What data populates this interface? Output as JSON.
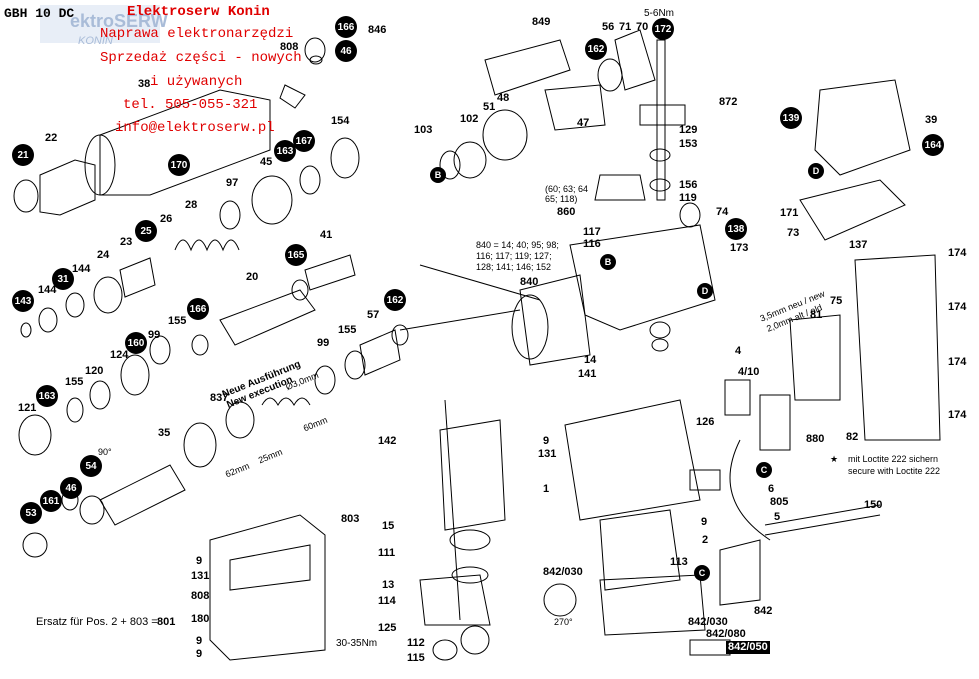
{
  "header": {
    "title": "GBH 10 DC"
  },
  "shop": {
    "name": "Elektroserw Konin",
    "line1": "Naprawa elektronarzędzi",
    "line2": "Sprzedaż części - nowych",
    "line3": "i używanych",
    "phone": "tel. 505-055-321",
    "email": "info@elektroserw.pl"
  },
  "watermark": {
    "text1": "ektroSERW",
    "text2": "KONIN"
  },
  "notes": {
    "torque_top": "5-6Nm",
    "torque_bottom": "30-35Nm",
    "new_exec_de": "Neue Ausführung",
    "new_exec_en": "New execution",
    "dim_3mm": "Ø3,0mm",
    "dim_62": "62mm",
    "dim_25": "25mm",
    "dim_60": "60mm",
    "wire_new": "3,5mm neu / new",
    "wire_old": "2,0mm alt / old",
    "loctite_de": "mit Loctite 222 sichern",
    "loctite_en": "secure with Loctite 222",
    "set_860": "(60; 63; 64\n65; 118)",
    "set_860_a": "(60; 63; 64",
    "set_860_b": "65; 118)",
    "set_840_a": "840 = 14; 40; 95; 98;",
    "set_840_b": "116; 117; 119; 127;",
    "set_840_c": "128; 141; 146; 152",
    "ersatz": "Ersatz für Pos. 2 + 803 =",
    "ersatz_num": "801",
    "angle_90": "90°",
    "angle_270": "270°",
    "star": "★"
  },
  "labels": [
    {
      "t": "808"
    },
    {
      "t": "38"
    },
    {
      "t": "22"
    },
    {
      "t": "846"
    },
    {
      "t": "849"
    },
    {
      "t": "56"
    },
    {
      "t": "71"
    },
    {
      "t": "70"
    },
    {
      "t": "872"
    },
    {
      "t": "39"
    },
    {
      "t": "154"
    },
    {
      "t": "45"
    },
    {
      "t": "97"
    },
    {
      "t": "28"
    },
    {
      "t": "26"
    },
    {
      "t": "24"
    },
    {
      "t": "23"
    },
    {
      "t": "144"
    },
    {
      "t": "41"
    },
    {
      "t": "20"
    },
    {
      "t": "144"
    },
    {
      "t": "155"
    },
    {
      "t": "99"
    },
    {
      "t": "124"
    },
    {
      "t": "120"
    },
    {
      "t": "155"
    },
    {
      "t": "121"
    },
    {
      "t": "35"
    },
    {
      "t": "57"
    },
    {
      "t": "155"
    },
    {
      "t": "99"
    },
    {
      "t": "837"
    },
    {
      "t": "103"
    },
    {
      "t": "102"
    },
    {
      "t": "51"
    },
    {
      "t": "48"
    },
    {
      "t": "47"
    },
    {
      "t": "129"
    },
    {
      "t": "153"
    },
    {
      "t": "156"
    },
    {
      "t": "119"
    },
    {
      "t": "74"
    },
    {
      "t": "860"
    },
    {
      "t": "117"
    },
    {
      "t": "116"
    },
    {
      "t": "173"
    },
    {
      "t": "840"
    },
    {
      "t": "171"
    },
    {
      "t": "73"
    },
    {
      "t": "137"
    },
    {
      "t": "174"
    },
    {
      "t": "75"
    },
    {
      "t": "174"
    },
    {
      "t": "174"
    },
    {
      "t": "174"
    },
    {
      "t": "81"
    },
    {
      "t": "82"
    },
    {
      "t": "880"
    },
    {
      "t": "4"
    },
    {
      "t": "4/10"
    },
    {
      "t": "14"
    },
    {
      "t": "141"
    },
    {
      "t": "142"
    },
    {
      "t": "9"
    },
    {
      "t": "131"
    },
    {
      "t": "1"
    },
    {
      "t": "126"
    },
    {
      "t": "803"
    },
    {
      "t": "15"
    },
    {
      "t": "111"
    },
    {
      "t": "13"
    },
    {
      "t": "114"
    },
    {
      "t": "125"
    },
    {
      "t": "112"
    },
    {
      "t": "115"
    },
    {
      "t": "2"
    },
    {
      "t": "113"
    },
    {
      "t": "842/030"
    },
    {
      "t": "842"
    },
    {
      "t": "842/030"
    },
    {
      "t": "842/080"
    },
    {
      "t": "842/050"
    },
    {
      "t": "9"
    },
    {
      "t": "6"
    },
    {
      "t": "805"
    },
    {
      "t": "5"
    },
    {
      "t": "150"
    },
    {
      "t": "9"
    },
    {
      "t": "131"
    },
    {
      "t": "808"
    },
    {
      "t": "180"
    },
    {
      "t": "9"
    },
    {
      "t": "9"
    }
  ],
  "badges": [
    {
      "t": "166"
    },
    {
      "t": "46"
    },
    {
      "t": "162"
    },
    {
      "t": "172"
    },
    {
      "t": "139"
    },
    {
      "t": "164"
    },
    {
      "t": "21"
    },
    {
      "t": "170"
    },
    {
      "t": "163"
    },
    {
      "t": "167"
    },
    {
      "t": "25"
    },
    {
      "t": "31"
    },
    {
      "t": "165"
    },
    {
      "t": "143"
    },
    {
      "t": "166"
    },
    {
      "t": "160"
    },
    {
      "t": "162"
    },
    {
      "t": "163"
    },
    {
      "t": "54"
    },
    {
      "t": "46"
    },
    {
      "t": "161"
    },
    {
      "t": "53"
    },
    {
      "t": "B"
    },
    {
      "t": "B"
    },
    {
      "t": "138"
    },
    {
      "t": "D"
    },
    {
      "t": "D"
    },
    {
      "t": "C"
    },
    {
      "t": "C"
    }
  ]
}
